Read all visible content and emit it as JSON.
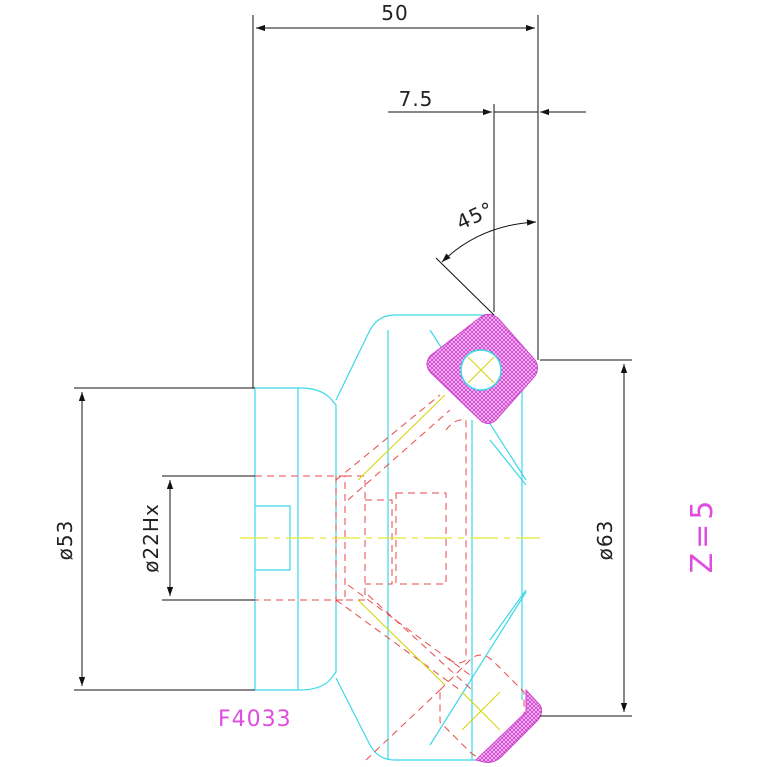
{
  "dimensions": {
    "top_width": "50",
    "top_offset": "7.5",
    "angle": "45°",
    "left_diameter": "ø53",
    "bore": "ø22Hx",
    "right_diameter": "ø63"
  },
  "labels": {
    "part_code": "F4033",
    "teeth": "Z=5"
  },
  "colors": {
    "outline": "#3cd8e8",
    "hidden": "#e84848",
    "dimension": "#111111",
    "insert": "#e04ce0",
    "centerline": "#e8e838"
  }
}
